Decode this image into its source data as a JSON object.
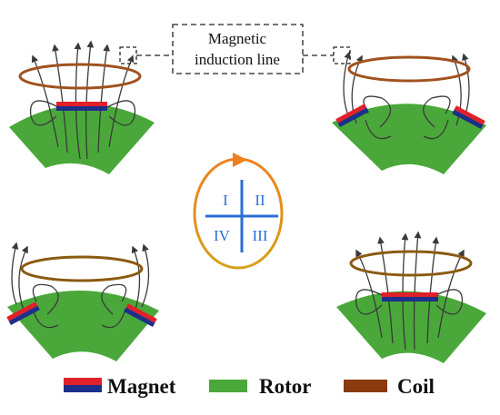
{
  "callout": {
    "line1": "Magnetic",
    "line2": "induction line"
  },
  "quadrants": [
    "I",
    "II",
    "III",
    "IV"
  ],
  "legend": {
    "magnet": "Magnet",
    "rotor": "Rotor",
    "coil": "Coil"
  },
  "colors": {
    "rotor": "#4aa83a",
    "coil": "#a0521e",
    "coil_dark": "#8b5a10",
    "magnet_red": "#e0202a",
    "magnet_blue": "#1c2f8a",
    "field_line": "#3a3a3a",
    "cross": "#2a6fd6",
    "ring_top": "#f07f1e",
    "ring_bottom": "#d4a21c"
  },
  "icons": [
    "rotation-arrow-icon"
  ]
}
